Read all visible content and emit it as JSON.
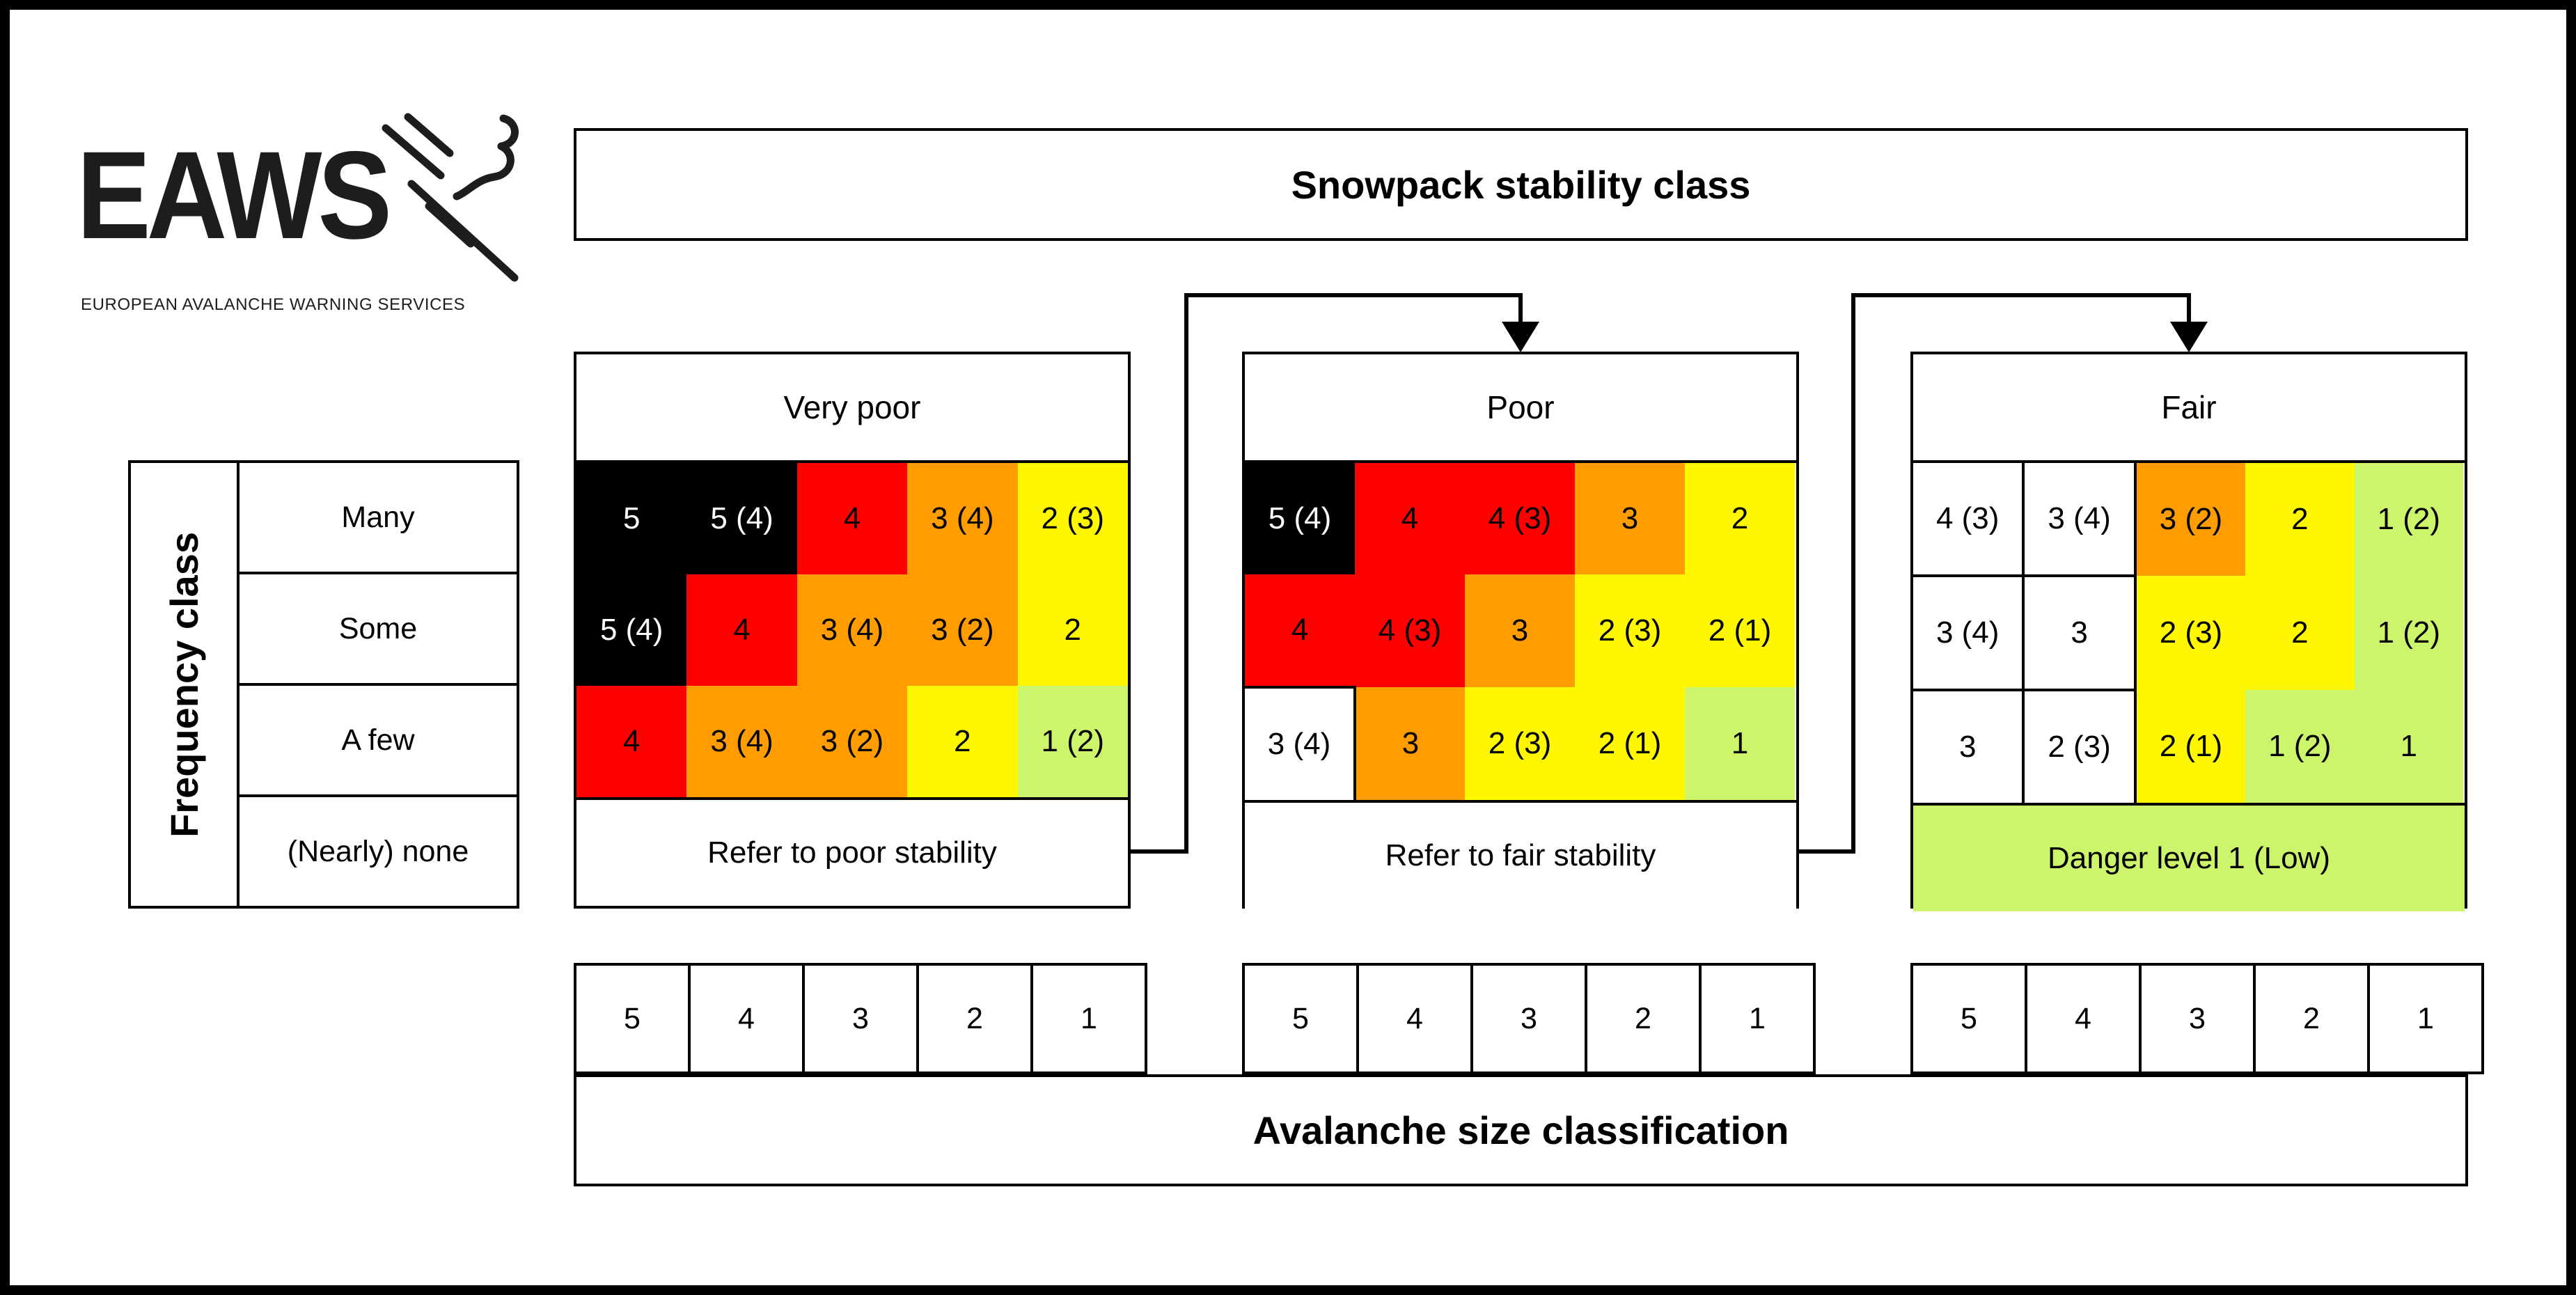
{
  "palette": {
    "k": {
      "bg": "#000000",
      "fg": "#ffffff"
    },
    "r": {
      "bg": "#fe0000",
      "fg": "#000000"
    },
    "o": {
      "bg": "#ff9c00",
      "fg": "#000000"
    },
    "y": {
      "bg": "#fef700",
      "fg": "#000000"
    },
    "g": {
      "bg": "#cdf56b",
      "fg": "#000000"
    },
    "w": {
      "bg": "#ffffff",
      "fg": "#000000"
    }
  },
  "logo": {
    "wordmark": "EAWS",
    "subtitle": "EUROPEAN AVALANCHE WARNING SERVICES"
  },
  "top_header": "Snowpack stability class",
  "bottom_header": "Avalanche size classification",
  "frequency": {
    "label": "Frequency class",
    "rows": [
      "Many",
      "Some",
      "A few",
      "(Nearly) none"
    ]
  },
  "matrices": [
    {
      "title": "Very poor",
      "footer": {
        "label": "Refer to poor stability",
        "color": "w"
      },
      "rows": [
        [
          {
            "label": "5",
            "color": "k"
          },
          {
            "label": "5 (4)",
            "color": "k"
          },
          {
            "label": "4",
            "color": "r"
          },
          {
            "label": "3 (4)",
            "color": "o"
          },
          {
            "label": "2 (3)",
            "color": "y"
          }
        ],
        [
          {
            "label": "5 (4)",
            "color": "k"
          },
          {
            "label": "4",
            "color": "r"
          },
          {
            "label": "3 (4)",
            "color": "o"
          },
          {
            "label": "3 (2)",
            "color": "o"
          },
          {
            "label": "2",
            "color": "y"
          }
        ],
        [
          {
            "label": "4",
            "color": "r"
          },
          {
            "label": "3 (4)",
            "color": "o"
          },
          {
            "label": "3 (2)",
            "color": "o"
          },
          {
            "label": "2",
            "color": "y"
          },
          {
            "label": "1 (2)",
            "color": "g"
          }
        ]
      ]
    },
    {
      "title": "Poor",
      "footer": {
        "label": "Refer to fair stability",
        "color": "w"
      },
      "rows": [
        [
          {
            "label": "5 (4)",
            "color": "k"
          },
          {
            "label": "4",
            "color": "r"
          },
          {
            "label": "4 (3)",
            "color": "r"
          },
          {
            "label": "3",
            "color": "o"
          },
          {
            "label": "2",
            "color": "y"
          }
        ],
        [
          {
            "label": "4",
            "color": "r"
          },
          {
            "label": "4 (3)",
            "color": "r"
          },
          {
            "label": "3",
            "color": "o"
          },
          {
            "label": "2 (3)",
            "color": "y"
          },
          {
            "label": "2 (1)",
            "color": "y"
          }
        ],
        [
          {
            "label": "3 (4)",
            "color": "w"
          },
          {
            "label": "3",
            "color": "o"
          },
          {
            "label": "2 (3)",
            "color": "y"
          },
          {
            "label": "2 (1)",
            "color": "y"
          },
          {
            "label": "1",
            "color": "g"
          }
        ]
      ]
    },
    {
      "title": "Fair",
      "footer": {
        "label": "Danger level 1 (Low)",
        "color": "g"
      },
      "rows": [
        [
          {
            "label": "4 (3)",
            "color": "w"
          },
          {
            "label": "3 (4)",
            "color": "w"
          },
          {
            "label": "3 (2)",
            "color": "o"
          },
          {
            "label": "2",
            "color": "y"
          },
          {
            "label": "1 (2)",
            "color": "g"
          }
        ],
        [
          {
            "label": "3 (4)",
            "color": "w"
          },
          {
            "label": "3",
            "color": "w"
          },
          {
            "label": "2 (3)",
            "color": "y"
          },
          {
            "label": "2",
            "color": "y"
          },
          {
            "label": "1 (2)",
            "color": "g"
          }
        ],
        [
          {
            "label": "3",
            "color": "w"
          },
          {
            "label": "2 (3)",
            "color": "w"
          },
          {
            "label": "2 (1)",
            "color": "y"
          },
          {
            "label": "1 (2)",
            "color": "g"
          },
          {
            "label": "1",
            "color": "g"
          }
        ]
      ]
    }
  ],
  "size_scale": [
    "5",
    "4",
    "3",
    "2",
    "1"
  ]
}
